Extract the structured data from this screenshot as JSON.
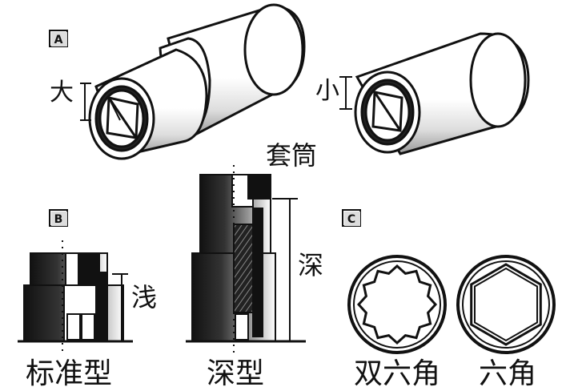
{
  "panels": {
    "a": {
      "badge": "A",
      "label_large": "大",
      "label_small": "小",
      "caption": "套筒"
    },
    "b": {
      "badge": "B",
      "label_shallow": "浅",
      "label_deep": "深",
      "caption_standard": "标准型",
      "caption_deep": "深型"
    },
    "c": {
      "badge": "C",
      "caption_double_hex": "双六角",
      "caption_hex": "六角"
    }
  }
}
